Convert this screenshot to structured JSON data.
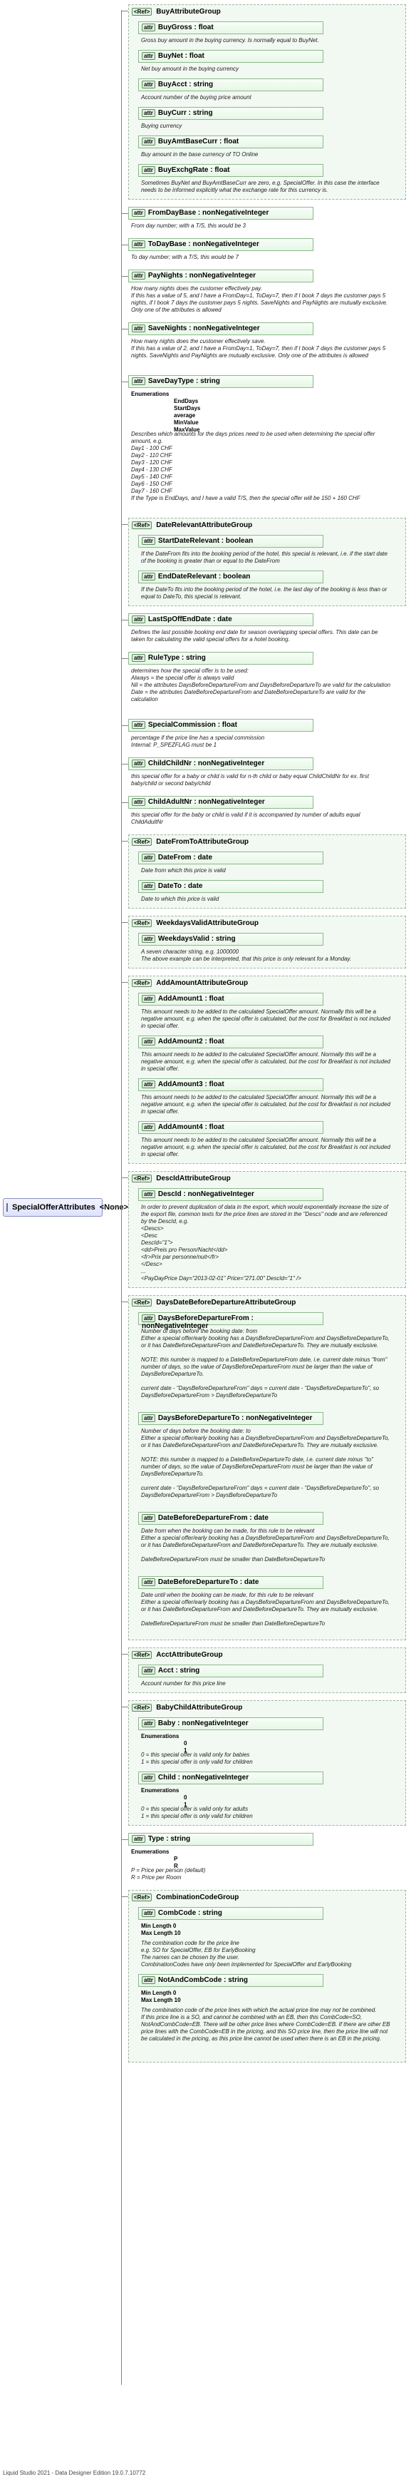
{
  "root": {
    "label": "SpecialOfferAttributes",
    "badge": "<None>"
  },
  "tag_attr": "attr",
  "tag_ref": "<Ref>",
  "items": [
    {
      "type": "group",
      "name": "BuyAttributeGroup",
      "children": [
        {
          "name": "BuyGross : float",
          "doc": "Gross buy amount in the buying currency. Is normally equal to BuyNet."
        },
        {
          "name": "BuyNet : float",
          "doc": "Net buy amount in the buying currency"
        },
        {
          "name": "BuyAcct : string",
          "doc": "Account number of the buying price amount"
        },
        {
          "name": "BuyCurr : string",
          "doc": "Buying currency"
        },
        {
          "name": "BuyAmtBaseCurr : float",
          "doc": "Buy amount in the base currency of TO Online"
        },
        {
          "name": "BuyExchgRate : float",
          "doc": "Sometimes BuyNet and BuyAmtBaseCurr are zero, e.g. SpecialOffer. In this case the interface needs to be informed explicitly what the exchange rate for this currency is."
        }
      ]
    },
    {
      "type": "attr",
      "name": "FromDayBase : nonNegativeInteger",
      "doc": "From day number; with a T/S, this would be 3"
    },
    {
      "type": "attr",
      "name": "ToDayBase : nonNegativeInteger",
      "doc": "To day number; with a T/S, this would be 7"
    },
    {
      "type": "attr",
      "name": "PayNights : nonNegativeInteger",
      "doc": "How many nights does the customer effectively pay.\nIf this has a value of 5, and I have a FromDay=1, ToDay=7, then if I book 7 days the customer pays 5 nights, if I book 7 days the customer pays 5 nights. SaveNights and PayNights are mutually exclusive. Only one of the attributes is allowed"
    },
    {
      "type": "attr",
      "name": "SaveNights : nonNegativeInteger",
      "doc": "How many nights does the customer effectively save.\nIf this has a value of 2, and I have a FromDay=1, ToDay=7, then if I book 7 days the customer pays 5 nights. SaveNights and PayNights are mutually exclusive. Only one of the attributes is allowed"
    },
    {
      "type": "attr",
      "name": "SaveDayType : string",
      "enum_label": "Enumerations",
      "enum": [
        "EndDays",
        "StartDays",
        "average",
        "MinValue",
        "MaxValue"
      ],
      "doc": "Describes which amounts for the days prices need to be used when determining the special offer amount, e.g.\nDay1 - 100 CHF\nDay2 - 110 CHF\nDay3 - 120 CHF\nDay4 - 130 CHF\nDay5 - 140 CHF\nDay6 - 150 CHF\nDay7 - 160 CHF\nIf the Type is EndDays, and I have a valid T/S, then the special offer will be 150 + 160 CHF"
    },
    {
      "type": "group",
      "name": "DateRelevantAttributeGroup",
      "children": [
        {
          "name": "StartDateRelevant : boolean",
          "doc": "If the DateFrom fits into the booking period of the hotel, this special is relevant, i.e. if the start date of the booking is greater than or equal to the DateFrom"
        },
        {
          "name": "EndDateRelevant : boolean",
          "doc": "If the DateTo fits into the booking period of the hotel, i.e. the last day of the booking is less than or equal to DateTo, this special is relevant."
        }
      ]
    },
    {
      "type": "attr",
      "name": "LastSpOffEndDate : date",
      "doc": "Defines the last possible booking end date for season overlapping special offers. This date can be taken for calculating the valid special offers for a hotel booking."
    },
    {
      "type": "attr",
      "name": "RuleType : string",
      "doc": "determines how the special offer is to be used:\nAlways = the special offer is always valid\nNil = the attributes DaysBeforeDepartureFrom and DaysBeforeDepartureTo are valid for the calculation\nDate = the attributes DateBeforeDepartureFrom and DateBeforeDepartureTo are valid for the calculation"
    },
    {
      "type": "attr",
      "name": "SpecialCommission : float",
      "doc": "percentage if the price line has a special commission\nInternal: P_SPEZFLAG must be 1"
    },
    {
      "type": "attr",
      "name": "ChildChildNr : nonNegativeInteger",
      "doc": "this special offer for a baby or child is valid for n-th child or baby equal ChildChildNr for ex. first baby/child or second baby/child"
    },
    {
      "type": "attr",
      "name": "ChildAdultNr : nonNegativeInteger",
      "doc": "this special offer for the baby or child is valid if it is accompanied by number of adults equal ChildAdultNr"
    },
    {
      "type": "group",
      "name": "DateFromToAttributeGroup",
      "children": [
        {
          "name": "DateFrom : date",
          "doc": "Date from which this price is valid"
        },
        {
          "name": "DateTo : date",
          "doc": "Date to which this price is valid"
        }
      ]
    },
    {
      "type": "group",
      "name": "WeekdaysValidAttributeGroup",
      "children": [
        {
          "name": "WeekdaysValid : string",
          "doc": "A seven character string, e.g. 1000000\nThe above example can be interpreted, that this price is only relevant for a Monday."
        }
      ]
    },
    {
      "type": "group",
      "name": "AddAmountAttributeGroup",
      "children": [
        {
          "name": "AddAmount1 : float",
          "doc": "This amount needs to be added to the calculated SpecialOffer amount. Normally this will be a negative amount, e.g. when the special offer is calculated, but the cost for Breakfast is not included in special offer."
        },
        {
          "name": "AddAmount2 : float",
          "doc": "This amount needs to be added to the calculated SpecialOffer amount. Normally this will be a negative amount, e.g. when the special offer is calculated, but the cost for Breakfast is not included in special offer."
        },
        {
          "name": "AddAmount3 : float",
          "doc": "This amount needs to be added to the calculated SpecialOffer amount. Normally this will be a negative amount, e.g. when the special offer is calculated, but the cost for Breakfast is not included in special offer."
        },
        {
          "name": "AddAmount4 : float",
          "doc": "This amount needs to be added to the calculated SpecialOffer amount. Normally this will be a negative amount, e.g. when the special offer is calculated, but the cost for Breakfast is not included in special offer."
        }
      ]
    },
    {
      "type": "group",
      "name": "DescIdAttributeGroup",
      "children": [
        {
          "name": "DescId : nonNegativeInteger",
          "doc": "In order to prevent duplication of data in the export, which would exponentially increase the size of the export file, common texts for the price lines are stored in the \"Descs\" node and are referenced by the DescId, e.g.\n<Descs>\n<Desc\nDescId=\"1\">\n<dd>Preis pro Person/Nacht</dd>\n<fr>Prix par personne/nuit</fr>\n</Desc>\n...\n<PayDayPrice Day=\"2013-02-01\" Price=\"271.00\" DescId=\"1\" />"
        }
      ]
    },
    {
      "type": "group",
      "name": "DaysDateBeforeDepartureAttributeGroup",
      "children": [
        {
          "name": "DaysBeforeDepartureFrom : nonNegativeInteger",
          "doc": "Number of days before the booking date: from\nEither a special offer/early booking has a DaysBeforeDepartureFrom and DaysBeforeDepartureTo, or it has DateBeforeDepartureFrom and DateBeforeDepartureTo. They are mutually exclusive.\n\nNOTE: this number is mapped to a DateBeforeDepartureFrom date, i.e. current date minus \"from\" number of days, so the value of DaysBeforeDepartureFrom must be larger than the value of DaysBeforeDepartureTo.\n\ncurrent date - \"DaysBeforeDepartureFrom\" days = current date - \"DaysBeforeDepartureTo\", so DaysBeforeDepartureFrom > DaysBeforeDepartureTo"
        },
        {
          "name": "DaysBeforeDepartureTo : nonNegativeInteger",
          "doc": "Number of days before the booking date: to\nEither a special offer/early booking has a DaysBeforeDepartureFrom and DaysBeforeDepartureTo, or it has DateBeforeDepartureFrom and DateBeforeDepartureTo. They are mutually exclusive.\n\nNOTE: this number is mapped to a DateBeforeDepartureTo date, i.e. current date minus \"to\" number of days, so the value of DaysBeforeDepartureFrom must be larger than the value of DaysBeforeDepartureTo.\n\ncurrent date - \"DaysBeforeDepartureFrom\" days = current date - \"DaysBeforeDepartureTo\", so DaysBeforeDepartureFrom > DaysBeforeDepartureTo"
        },
        {
          "name": "DateBeforeDepartureFrom : date",
          "doc": "Date from when the booking can be made, for this rule to be relevant\nEither a special offer/early booking has a DaysBeforeDepartureFrom and DaysBeforeDepartureTo, or it has DateBeforeDepartureFrom and DateBeforeDepartureTo. They are mutually exclusive.\n\nDateBeforeDepartureFrom must be smaller than DateBeforeDepartureTo"
        },
        {
          "name": "DateBeforeDepartureTo : date",
          "doc": "Date until when the booking can be made, for this rule to be relevant\nEither a special offer/early booking has a DaysBeforeDepartureFrom and DaysBeforeDepartureTo, or it has DateBeforeDepartureFrom and DateBeforeDepartureTo. They are mutually exclusive.\n\nDateBeforeDepartureFrom must be smaller than DateBeforeDepartureTo"
        }
      ]
    },
    {
      "type": "group",
      "name": "AcctAttributeGroup",
      "children": [
        {
          "name": "Acct : string",
          "doc": "Account number for this price line"
        }
      ]
    },
    {
      "type": "group",
      "name": "BabyChildAttributeGroup",
      "children": [
        {
          "name": "Baby : nonNegativeInteger",
          "enum_label": "Enumerations",
          "enum": [
            "0",
            "1"
          ],
          "doc": "0 = this special offer is valid only for babies\n1 = this special offer is only valid for children"
        },
        {
          "name": "Child : nonNegativeInteger",
          "enum_label": "Enumerations",
          "enum": [
            "0",
            "1"
          ],
          "doc": "0 = this special offer is valid only for adults\n1 = this special offer is only valid for children"
        }
      ]
    },
    {
      "type": "attr",
      "name": "Type : string",
      "enum_label": "Enumerations",
      "enum": [
        "P",
        "R"
      ],
      "doc": "P = Price per person (default)\nR = Price per Room"
    },
    {
      "type": "group",
      "name": "CombinationCodeGroup",
      "children": [
        {
          "name": "CombCode : string",
          "facets": [
            "Min Length  0",
            "Max Length  10"
          ],
          "doc": "The combination code for the price line\ne.g. SO for SpecialOffer, EB for EarlyBooking\nThe names can be chosen by the user.\nCombinationCodes have only been implemented for SpecialOffer and EarlyBooking"
        },
        {
          "name": "NotAndCombCode : string",
          "facets": [
            "Min Length  0",
            "Max Length  10"
          ],
          "doc": "The combination code of the price lines with which the actual price line may not be combined.\nIf this price line is a SO, and cannot be combined with an EB, then this CombCode=SO, NotAndCombCode=EB. There will be other price lines where CombCode=EB. If there are other EB price lines with the CombCode=EB in the pricing, and this SO price line, then the price line will not be calculated in the pricing, as this price line cannot be used when there is an EB in the pricing."
        }
      ]
    }
  ],
  "footer": "Liquid Studio 2021 - Data Designer Edition 19.0.7.10772"
}
